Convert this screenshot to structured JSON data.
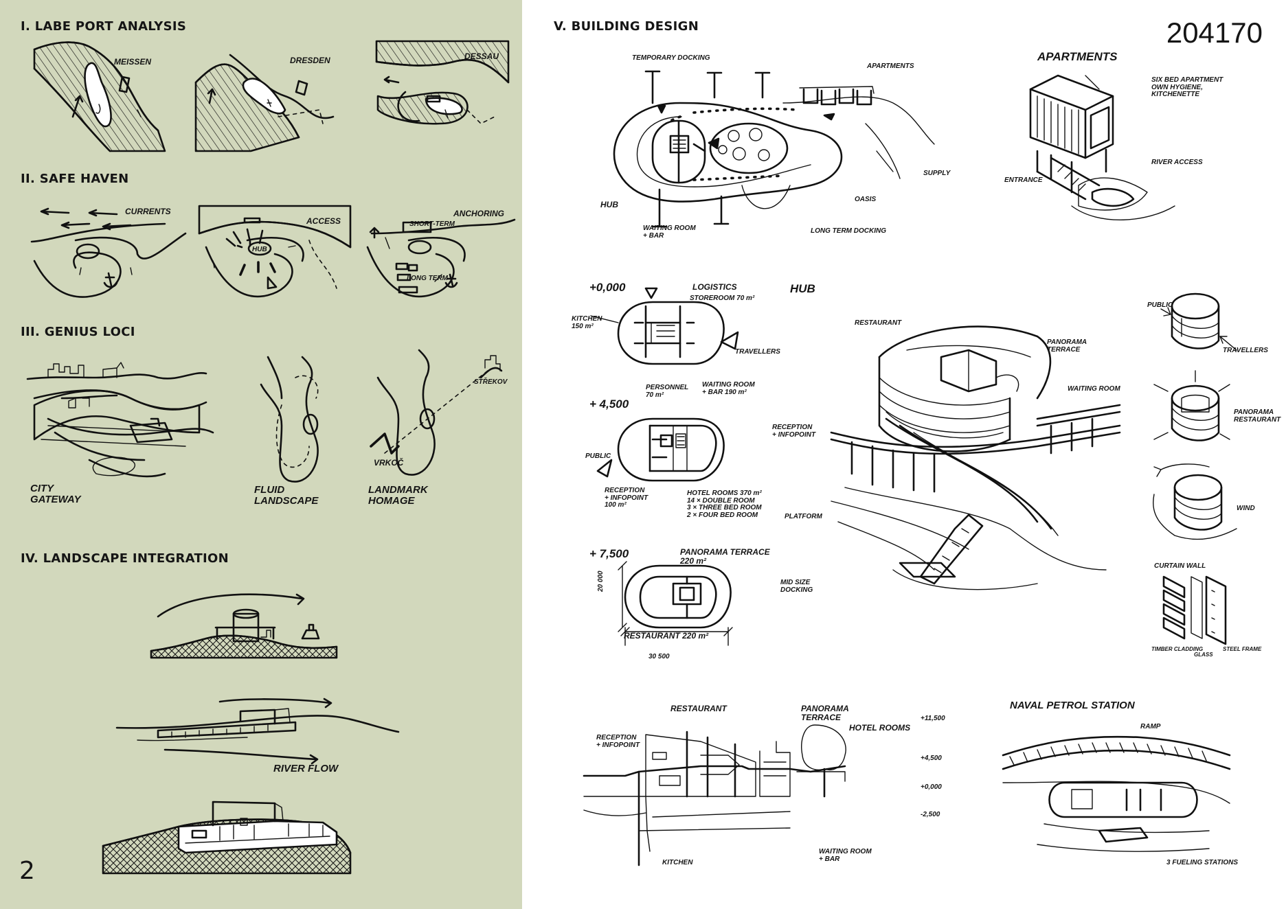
{
  "sections": {
    "s1": "I. LABE PORT ANALYSIS",
    "s2": "II. SAFE HAVEN",
    "s3": "III. GENIUS LOCI",
    "s4": "IV. LANDSCAPE INTEGRATION",
    "s5": "V. BUILDING DESIGN"
  },
  "page_number": "2",
  "project_number": "204170",
  "port_analysis": {
    "meissen": "MEISSEN",
    "dresden": "DRESDEN",
    "dessau": "DESSAU"
  },
  "safe_haven": {
    "currents": "CURRENTS",
    "access": "ACCESS",
    "anchoring": "ANCHORING",
    "short_term": "SHORT-TERM",
    "long_term": "LONG TERM",
    "hub": "HUB"
  },
  "genius_loci": {
    "city_gateway": "CITY\nGATEWAY",
    "fluid_landscape": "FLUID\nLANDSCAPE",
    "landmark_homage": "LANDMARK\nHOMAGE",
    "strekov": "STŘEKOV",
    "vrkoc": "VRKOČ"
  },
  "landscape": {
    "river_flow": "RIVER FLOW"
  },
  "site_plan": {
    "temporary_docking": "TEMPORARY DOCKING",
    "apartments": "APARTMENTS",
    "hub": "HUB",
    "waiting_room": "WAITING ROOM\n+ BAR",
    "long_term_docking": "LONG TERM DOCKING",
    "oasis": "OASIS",
    "supply": "SUPPLY"
  },
  "apartments_sketch": {
    "title": "APARTMENTS",
    "note": "SIX BED APARTMENT\nOWN HYGIENE,\nKITCHENETTE",
    "entrance": "ENTRANCE",
    "river_access": "RIVER ACCESS"
  },
  "plans": {
    "level0": "+0,000",
    "logistics": "LOGISTICS",
    "storeroom": "STOREROOM 70 m²",
    "kitchen": "KITCHEN\n150 m²",
    "travellers": "TRAVELLERS",
    "personnel": "PERSONNEL\n70 m²",
    "waiting_bar": "WAITING ROOM\n+ BAR 190 m²",
    "level1": "+ 4,500",
    "public": "PUBLIC",
    "reception": "RECEPTION\n+ INFOPOINT\n100 m²",
    "hotel_rooms": "HOTEL ROOMS 370 m²\n14 × DOUBLE ROOM\n3 × THREE BED ROOM\n2 × FOUR BED ROOM",
    "level2": "+ 7,500",
    "panorama_terrace": "PANORAMA TERRACE\n220 m²",
    "restaurant": "RESTAURANT 220 m²",
    "dim_h": "20 000",
    "dim_w": "30 500"
  },
  "hub_persp": {
    "title": "HUB",
    "restaurant": "RESTAURANT",
    "panorama_terrace": "PANORAMA\nTERRACE",
    "waiting_room": "WAITING ROOM",
    "reception": "RECEPTION\n+ INFOPOINT",
    "platform": "PLATFORM",
    "mid_size_docking": "MID SIZE\nDOCKING"
  },
  "diagrams": {
    "public": "PUBLIC",
    "travellers": "TRAVELLERS",
    "panorama_restaurant": "PANORAMA\nRESTAURANT",
    "wind": "WIND",
    "curtain_wall": "CURTAIN WALL",
    "timber_cladding": "TIMBER CLADDING",
    "glass": "GLASS",
    "steel_frame": "STEEL FRAME"
  },
  "section": {
    "restaurant": "RESTAURANT",
    "reception": "RECEPTION\n+ INFOPOINT",
    "panorama_terrace": "PANORAMA\nTERRACE",
    "hotel_rooms": "HOTEL ROOMS",
    "kitchen": "KITCHEN",
    "waiting_bar": "WAITING ROOM\n+ BAR",
    "lvl1": "+11,500",
    "lvl2": "+4,500",
    "lvl3": "+0,000",
    "lvl4": "-2,500"
  },
  "petrol": {
    "title": "NAVAL PETROL STATION",
    "ramp": "RAMP",
    "fueling": "3 FUELING STATIONS"
  }
}
